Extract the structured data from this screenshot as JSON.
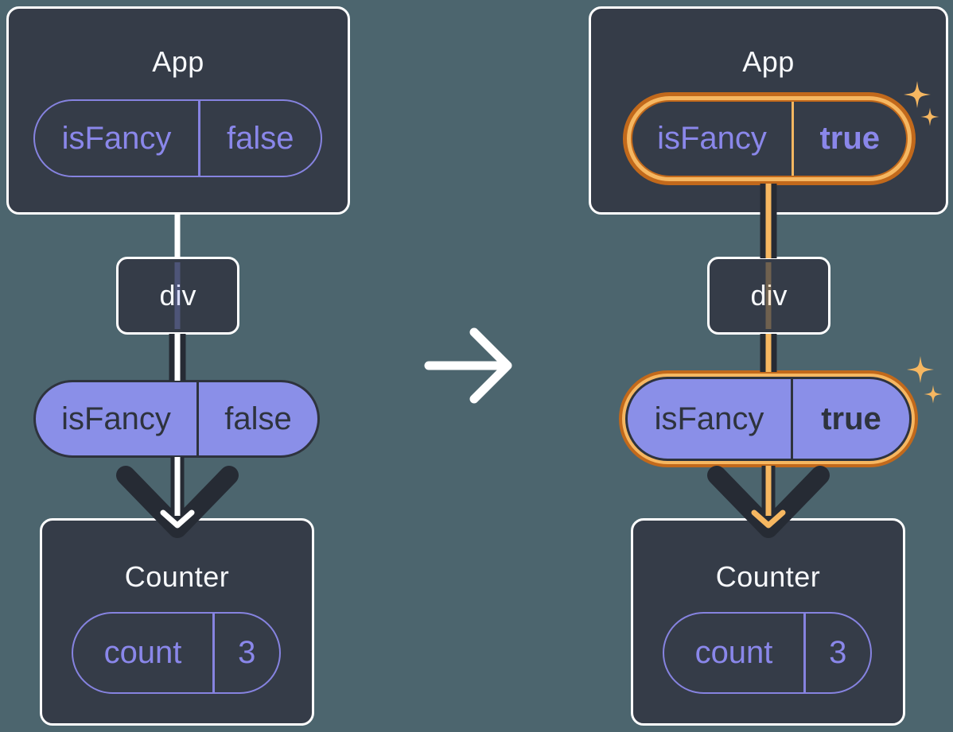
{
  "colors": {
    "background": "#4c656e",
    "card": "#353c48",
    "card-border": "#ffffff",
    "title-text": "#f7f9fc",
    "purple": "#8a8fe8",
    "purple-line": "#8683e0",
    "purple-text": "#8a87ea",
    "dark": "#262b34",
    "dark-text": "#2e333d",
    "orange-light": "#f6b761",
    "orange-dark": "#c2691b",
    "white": "#ffffff"
  },
  "before": {
    "app": {
      "title": "App",
      "prop": {
        "name": "isFancy",
        "value": "false"
      }
    },
    "div": {
      "label": "div"
    },
    "prop_pill": {
      "name": "isFancy",
      "value": "false"
    },
    "counter": {
      "title": "Counter",
      "state": {
        "name": "count",
        "value": "3"
      }
    }
  },
  "after": {
    "app": {
      "title": "App",
      "prop": {
        "name": "isFancy",
        "value": "true"
      }
    },
    "div": {
      "label": "div"
    },
    "prop_pill": {
      "name": "isFancy",
      "value": "true"
    },
    "counter": {
      "title": "Counter",
      "state": {
        "name": "count",
        "value": "3"
      }
    }
  },
  "icons": {
    "transition_arrow": "right-arrow",
    "sparkle": "four-point-sparkle",
    "prop_flow": "down-arrow"
  }
}
